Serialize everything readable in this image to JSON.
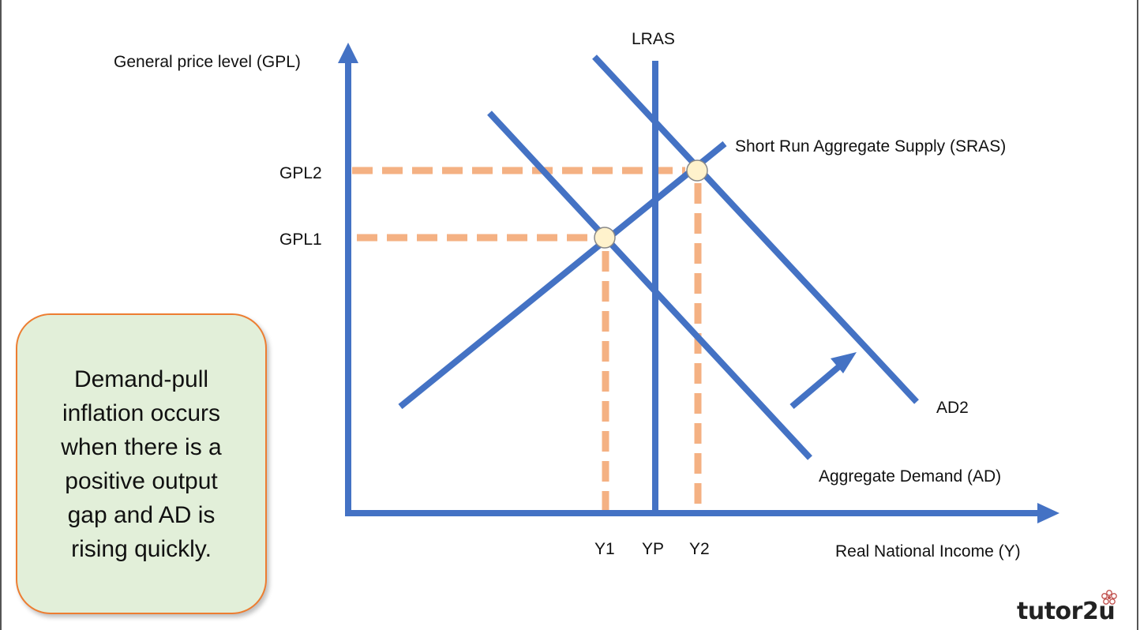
{
  "diagram": {
    "y_axis_label": "General price level (GPL)",
    "x_axis_label": "Real National Income (Y)",
    "curves": {
      "lras": "LRAS",
      "sras": "Short Run Aggregate Supply (SRAS)",
      "ad": "Aggregate Demand (AD)",
      "ad2": "AD2"
    },
    "price_levels": [
      "GPL2",
      "GPL1"
    ],
    "income_levels": [
      "Y1",
      "YP",
      "Y2"
    ],
    "colors": {
      "curve": "#4472c4",
      "guide": "#f4b183",
      "point_fill": "#fff2cc"
    }
  },
  "note": {
    "text": "Demand-pull inflation occurs when there is a positive output gap and AD is rising quickly."
  },
  "brand": {
    "name": "tutor2u",
    "icon": "flower-icon"
  }
}
